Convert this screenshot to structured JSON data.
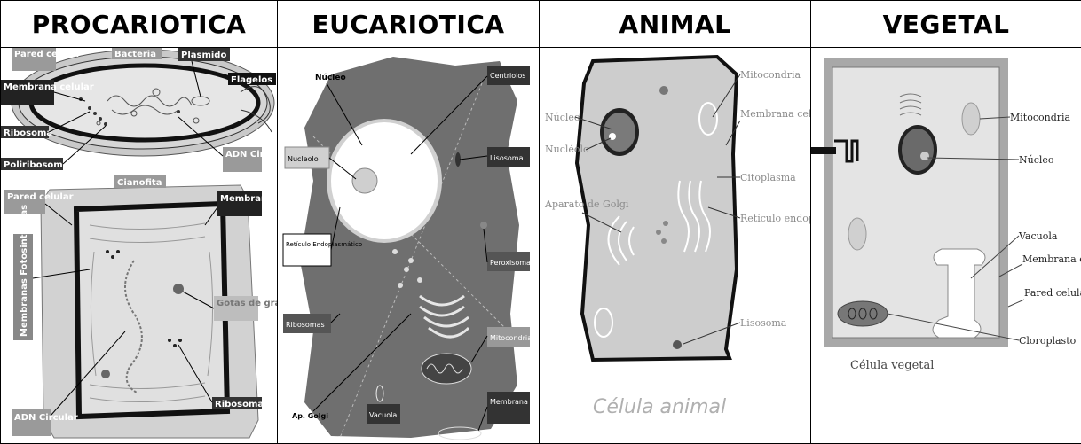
{
  "columns": [
    {
      "header": "PROCARIOTICA",
      "labels": {
        "pared": "Pared celular",
        "bacteria": "Bacteria",
        "plasmido": "Plasmido",
        "flagelos": "Flagelos",
        "membrana": "Membrana celular",
        "ribosoma": "Ribosoma",
        "poliribosoma": "Poliribosoma",
        "adn": "ADN Circular",
        "pared2": "Pared celular",
        "cianofita": "Cianofita",
        "membrana2": "Membrana celular",
        "membranas_foto": "Membranas Fotosintéticas",
        "gotas": "Gotas de grasas",
        "adn2": "ADN Circular",
        "ribosoma2": "Ribosoma"
      }
    },
    {
      "header": "EUCARIOTICA",
      "labels": {
        "nucleo": "Núcleo",
        "centriolos": "Centriolos",
        "nucleolo": "Nucleolo",
        "lisosoma": "Lisosoma",
        "reticulo": "Retículo Endoplasmático",
        "peroxisoma": "Peroxisoma",
        "ribosomas": "Ribosomas",
        "mitocondria": "Mitocondria",
        "apgolgi": "Ap. Golgi",
        "vacuola": "Vacuola",
        "membrana": "Membrana celular"
      }
    },
    {
      "header": "ANIMAL",
      "labels": {
        "nucleo": "Núcleo",
        "mitocondria": "Mitocondria",
        "membrana": "Membrana celular",
        "nucleolo": "Nucléolo",
        "citoplasma": "Citoplasma",
        "golgi": "Aparato de Golgi",
        "reticulo": "Retículo endoplasmático",
        "lisosoma": "Lisosoma",
        "caption": "Célula animal"
      }
    },
    {
      "header": "VEGETAL",
      "labels": {
        "mitocondria": "Mitocondria",
        "nucleo": "Núcleo",
        "vacuola": "Vacuola",
        "membrana": "Membrana celular",
        "pared": "Pared celular",
        "cloroplasto": "Cloroplasto",
        "caption": "Célula vegetal"
      }
    }
  ]
}
